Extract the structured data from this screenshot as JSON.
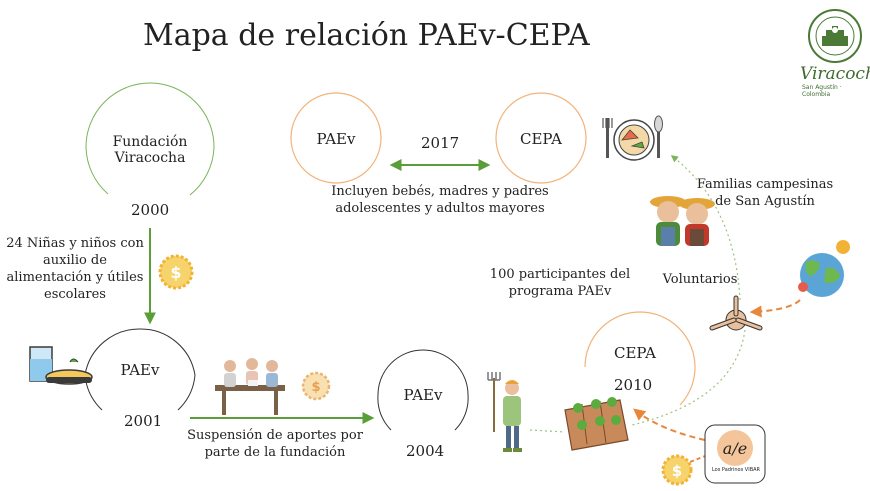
{
  "title": "Mapa de relación PAEv-CEPA",
  "logo": {
    "name": "Viracocha",
    "subtitle": "San Agustín · Colombia"
  },
  "nodes": {
    "fundacion": {
      "label_line1": "Fundación",
      "label_line2": "Viracocha",
      "year": "2000"
    },
    "paev_2001": {
      "label": "PAEv",
      "year": "2001"
    },
    "paev_2004": {
      "label": "PAEv",
      "year": "2004"
    },
    "paev_top": {
      "label": "PAEv"
    },
    "cepa_top": {
      "label": "CEPA"
    },
    "cepa_2010": {
      "label": "CEPA",
      "year": "2010"
    }
  },
  "links": {
    "top_year": "2017",
    "top_desc_line1": "Incluyen bebés, madres y padres",
    "top_desc_line2": "adolescentes y adultos mayores",
    "ninos_line1": "24 Niñas y niños  con",
    "ninos_line2": "auxilio de",
    "ninos_line3": "alimentación y útiles",
    "ninos_line4": "escolares",
    "suspension_line1": "Suspensión de aportes por",
    "suspension_line2": "parte de la fundación",
    "participantes_line1": "100 participantes del",
    "participantes_line2": "programa PAEv",
    "familias_line1": "Familias campesinas",
    "familias_line2": "de San Agustín",
    "voluntarios": "Voluntarios",
    "padrinos": "Los Padrinos VIBAR"
  },
  "colors": {
    "green_circle": "#7cb35a",
    "orange_circle": "#f1b37a",
    "green_arrow": "#5a9e3a",
    "orange_arrow": "#e8873a",
    "coin": "#f2b234"
  }
}
